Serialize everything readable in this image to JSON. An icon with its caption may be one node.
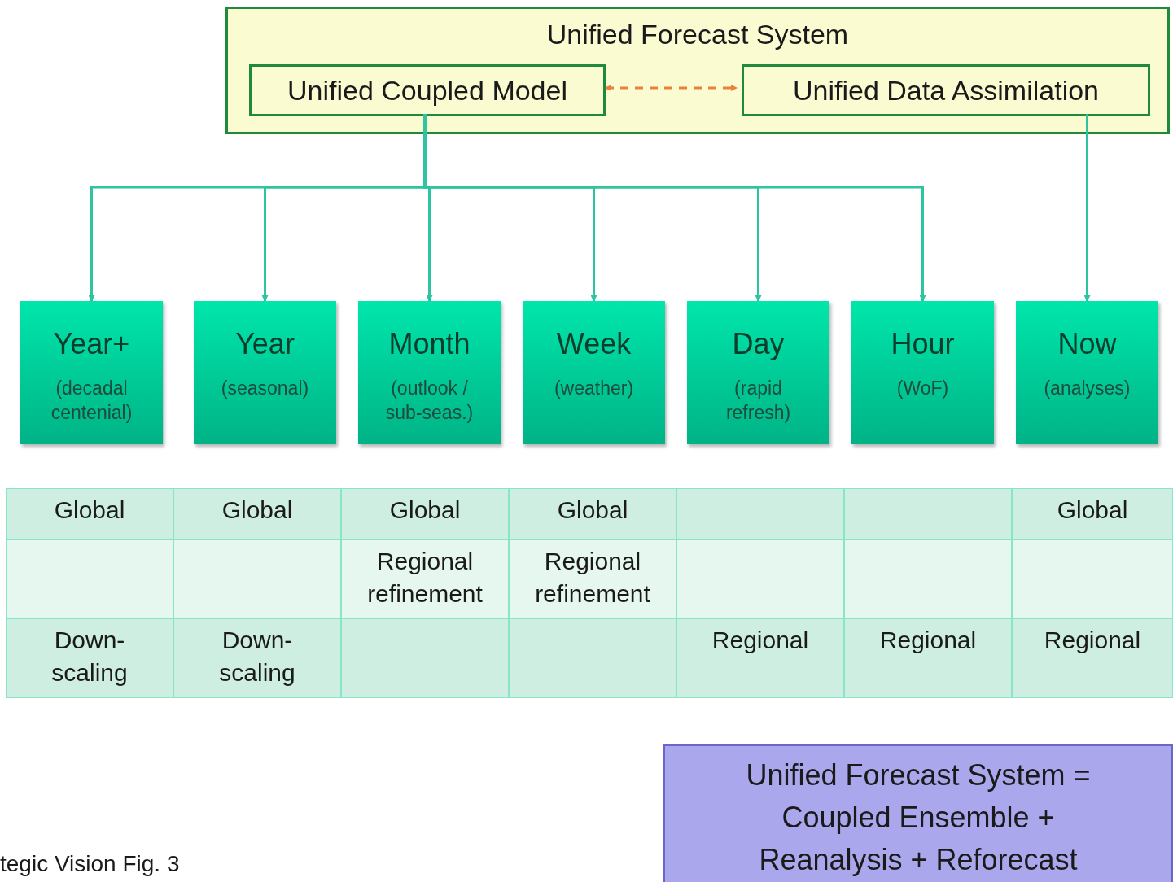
{
  "diagram": {
    "nodes": [
      {
        "text": [
          "Unified Forecast System"
        ]
      },
      {
        "text": [
          "Unified Coupled Model"
        ],
        "in": 0
      },
      {
        "text": [
          "Unified Data Assimilation"
        ],
        "in": 0
      },
      {
        "text": [
          "Year+",
          "(decadal centenial)"
        ]
      },
      {
        "text": [
          "Year",
          "(seasonal)"
        ]
      },
      {
        "text": [
          "Month",
          "(outlook / sub-seas.)"
        ]
      },
      {
        "text": [
          "Week",
          "(weather)"
        ]
      },
      {
        "text": [
          "Day",
          "(rapid refresh)"
        ]
      },
      {
        "text": [
          "Hour",
          "(WoF)"
        ]
      },
      {
        "text": [
          "Now",
          "(analyses)"
        ]
      },
      {
        "text": [
          "Unified Forecast System = Coupled Ensemble + Reanalysis + Reforecast"
        ]
      }
    ],
    "edges": [
      {
        "from": 1,
        "to": 2,
        "arrow": "both",
        "style": "dashed",
        "color": "#e8823a"
      },
      {
        "from": 1,
        "to": 3,
        "arrow": "to"
      },
      {
        "from": 1,
        "to": 4,
        "arrow": "to"
      },
      {
        "from": 1,
        "to": 5,
        "arrow": "to"
      },
      {
        "from": 1,
        "to": 6,
        "arrow": "to"
      },
      {
        "from": 1,
        "to": 7,
        "arrow": "to"
      },
      {
        "from": 1,
        "to": 8,
        "arrow": "to"
      },
      {
        "from": 2,
        "to": 9,
        "arrow": "to"
      }
    ],
    "labels": [
      "Global",
      "Global",
      "Global",
      "Global",
      "Global",
      "Regional refinement",
      "Regional refinement",
      "Down- scaling",
      "Down- scaling",
      "Regional",
      "Regional",
      "Regional",
      "tegic Vision Fig. 3"
    ]
  }
}
